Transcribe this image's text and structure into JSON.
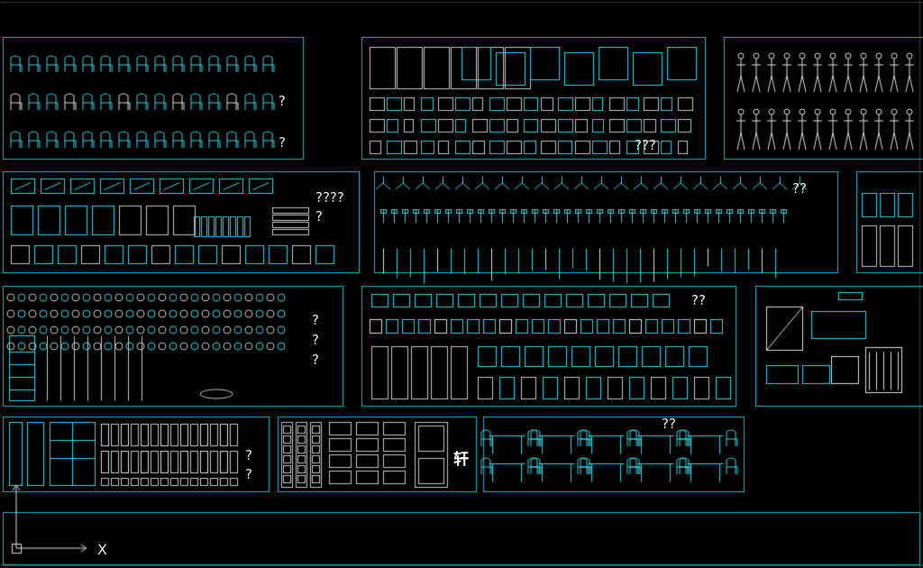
{
  "viewport": {
    "background": "#000000",
    "frame_color": "#22b7c7",
    "symbol_color": "#33d6e6",
    "grey_color": "#c8c8c8",
    "white_color": "#e0e0e0"
  },
  "panels": [
    {
      "name": "chairs",
      "labels": [
        "?",
        "?"
      ]
    },
    {
      "name": "paintings-decor",
      "labels": [
        "???"
      ]
    },
    {
      "name": "people-figures",
      "labels": []
    },
    {
      "name": "electronics",
      "labels": [
        "????",
        "?"
      ]
    },
    {
      "name": "lamps",
      "labels": [
        "??"
      ]
    },
    {
      "name": "appliances-right",
      "labels": []
    },
    {
      "name": "ornaments-vases",
      "labels": [
        "?",
        "?",
        "?"
      ]
    },
    {
      "name": "bathroom-fixtures",
      "labels": [
        "??"
      ]
    },
    {
      "name": "misc-right",
      "labels": []
    },
    {
      "name": "wardrobe-clothes",
      "labels": [
        "?",
        "?"
      ]
    },
    {
      "name": "carved-panels",
      "labels": [
        "轩"
      ]
    },
    {
      "name": "dining-sets",
      "labels": [
        "??"
      ]
    }
  ],
  "ucs": {
    "x_label": "X"
  }
}
